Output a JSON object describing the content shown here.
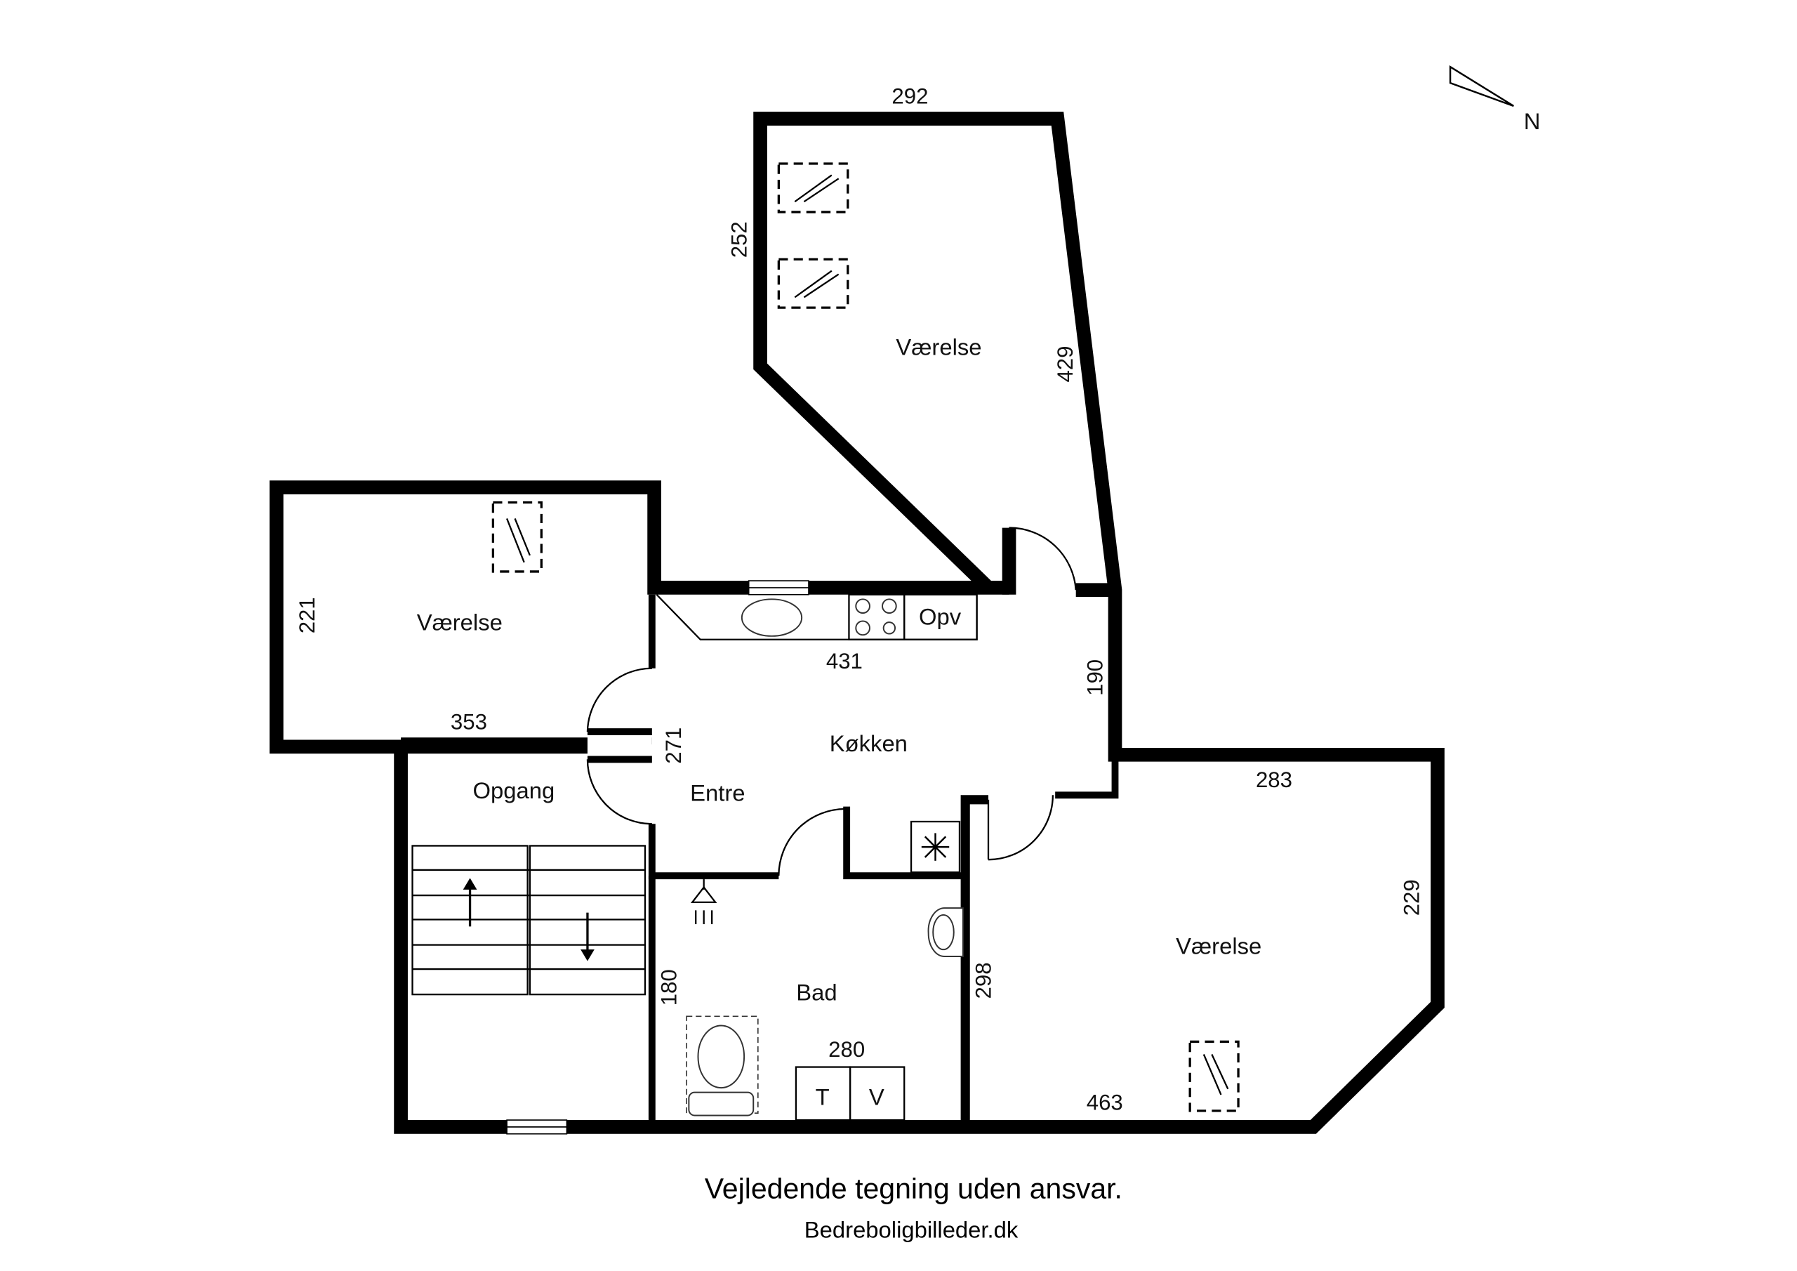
{
  "rooms": {
    "top_room": "Værelse",
    "left_room": "Værelse",
    "right_room": "Værelse",
    "kitchen": "Køkken",
    "entry": "Entre",
    "stairs": "Opgang",
    "bath": "Bad"
  },
  "dimensions": {
    "d292": "292",
    "d252": "252",
    "d429": "429",
    "d221": "221",
    "d353": "353",
    "d431": "431",
    "d190": "190",
    "d271": "271",
    "d283": "283",
    "d229": "229",
    "d298": "298",
    "d180": "180",
    "d280": "280",
    "d463": "463"
  },
  "fixtures": {
    "opv": "Opv",
    "dryer": "T",
    "washer": "V"
  },
  "compass": {
    "label": "N"
  },
  "footer": {
    "disclaimer": "Vejledende tegning uden ansvar.",
    "credit": "Bedreboligbilleder.dk"
  }
}
